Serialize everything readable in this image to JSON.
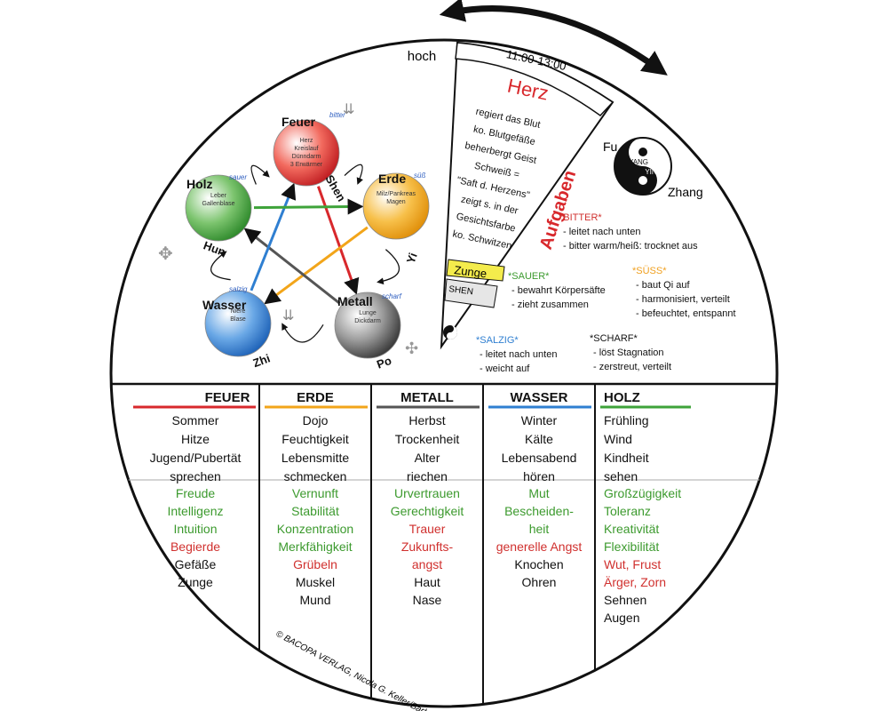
{
  "labels": {
    "hoch": "hoch",
    "time": "11:00-13:00",
    "organ": "Herz",
    "fu": "Fu",
    "zhang": "Zhang",
    "yang": "YANG",
    "yin": "YIN"
  },
  "heart_lines": [
    "regiert das Blut",
    "ko. Blutgefäße",
    "beherbergt Geist",
    "Schweiß =",
    "\"Saft d. Herzens\"",
    "zeigt s. in der",
    "Gesichtsfarbe",
    "ko. Schwitzen"
  ],
  "aufgaben": "Aufgaben",
  "zunge": "Zunge",
  "shen_tab": "SHEN",
  "wheel_elements": [
    {
      "name": "Feuer",
      "taste": "bitter",
      "lines": [
        "Herz",
        "Kreislauf",
        "Dünndarm",
        "3 Erwärmer"
      ],
      "color": "#d8282c"
    },
    {
      "name": "Erde",
      "taste": "süß",
      "lines": [
        "Milz/Pankreas",
        "Magen"
      ],
      "color": "#f2a51a"
    },
    {
      "name": "Metall",
      "taste": "scharf",
      "lines": [
        "Lunge",
        "Dickdarm"
      ],
      "color": "#6b6b6b"
    },
    {
      "name": "Wasser",
      "taste": "salzig",
      "lines": [
        "Niere",
        "Blase"
      ],
      "color": "#2f7fd1"
    },
    {
      "name": "Holz",
      "taste": "sauer",
      "lines": [
        "Leber",
        "Gallenblase"
      ],
      "color": "#3ea33a"
    }
  ],
  "spirits": [
    "Shen",
    "Yi",
    "Po",
    "Zhi",
    "Hun"
  ],
  "tastes": [
    {
      "title": "*BITTER*",
      "color": "#d0302e",
      "lines": [
        "- leitet nach unten",
        "- bitter warm/heiß: trocknet aus"
      ]
    },
    {
      "title": "*SAUER*",
      "color": "#3c9a2e",
      "lines": [
        "- bewahrt Körpersäfte",
        "- zieht zusammen"
      ]
    },
    {
      "title": "*SÜSS*",
      "color": "#f0a020",
      "lines": [
        "- baut Qi auf",
        "- harmonisiert, verteilt",
        "- befeuchtet, entspannt"
      ]
    },
    {
      "title": "*SALZIG*",
      "color": "#2f7fd1",
      "lines": [
        "- leitet nach unten",
        "- weicht auf"
      ]
    },
    {
      "title": "*SCHARF*",
      "color": "#111111",
      "lines": [
        "- löst Stagnation",
        "- zerstreut, verteilt"
      ]
    }
  ],
  "columns": [
    {
      "head": "FEUER",
      "color": "#d8282c",
      "black": [
        "Sommer",
        "Hitze",
        "Jugend/Pubertät",
        "sprechen"
      ],
      "lower": [
        {
          "t": "Freude",
          "c": "g"
        },
        {
          "t": "Intelligenz",
          "c": "g"
        },
        {
          "t": "Intuition",
          "c": "g"
        },
        {
          "t": "Begierde",
          "c": "r"
        },
        {
          "t": "Gefäße",
          "c": "b"
        },
        {
          "t": "Zunge",
          "c": "b"
        }
      ]
    },
    {
      "head": "ERDE",
      "color": "#f2a51a",
      "black": [
        "Dojo",
        "Feuchtigkeit",
        "Lebensmitte",
        "schmecken"
      ],
      "lower": [
        {
          "t": "Vernunft",
          "c": "g"
        },
        {
          "t": "Stabilität",
          "c": "g"
        },
        {
          "t": "Konzentration",
          "c": "g"
        },
        {
          "t": "Merkfähigkeit",
          "c": "g"
        },
        {
          "t": "Grübeln",
          "c": "r"
        },
        {
          "t": "Muskel",
          "c": "b"
        },
        {
          "t": "Mund",
          "c": "b"
        }
      ]
    },
    {
      "head": "METALL",
      "color": "#555555",
      "black": [
        "Herbst",
        "Trockenheit",
        "Alter",
        "riechen"
      ],
      "lower": [
        {
          "t": "Urvertrauen",
          "c": "g"
        },
        {
          "t": "Gerechtigkeit",
          "c": "g"
        },
        {
          "t": "Trauer",
          "c": "r"
        },
        {
          "t": "Zukunfts-",
          "c": "r"
        },
        {
          "t": "angst",
          "c": "r"
        },
        {
          "t": "Haut",
          "c": "b"
        },
        {
          "t": "Nase",
          "c": "b"
        }
      ]
    },
    {
      "head": "WASSER",
      "color": "#2f7fd1",
      "black": [
        "Winter",
        "Kälte",
        "Lebensabend",
        "hören"
      ],
      "lower": [
        {
          "t": "Mut",
          "c": "g"
        },
        {
          "t": "Bescheiden-",
          "c": "g"
        },
        {
          "t": "heit",
          "c": "g"
        },
        {
          "t": "generelle Angst",
          "c": "r"
        },
        {
          "t": "Knochen",
          "c": "b"
        },
        {
          "t": "Ohren",
          "c": "b"
        }
      ]
    },
    {
      "head": "HOLZ",
      "color": "#3ea33a",
      "black": [
        "Frühling",
        "Wind",
        "Kindheit",
        "sehen"
      ],
      "lower": [
        {
          "t": "Großzügigkeit",
          "c": "g"
        },
        {
          "t": "Toleranz",
          "c": "g"
        },
        {
          "t": "Kreativität",
          "c": "g"
        },
        {
          "t": "Flexibilität",
          "c": "g"
        },
        {
          "t": "Wut, Frust",
          "c": "r"
        },
        {
          "t": "Ärger, Zorn",
          "c": "r"
        },
        {
          "t": "Sehnen",
          "c": "b"
        },
        {
          "t": "Augen",
          "c": "b"
        }
      ]
    }
  ],
  "copyright": "© BACOPA VERLAG, Nicola G. Keller/Barbara Altendorfer"
}
